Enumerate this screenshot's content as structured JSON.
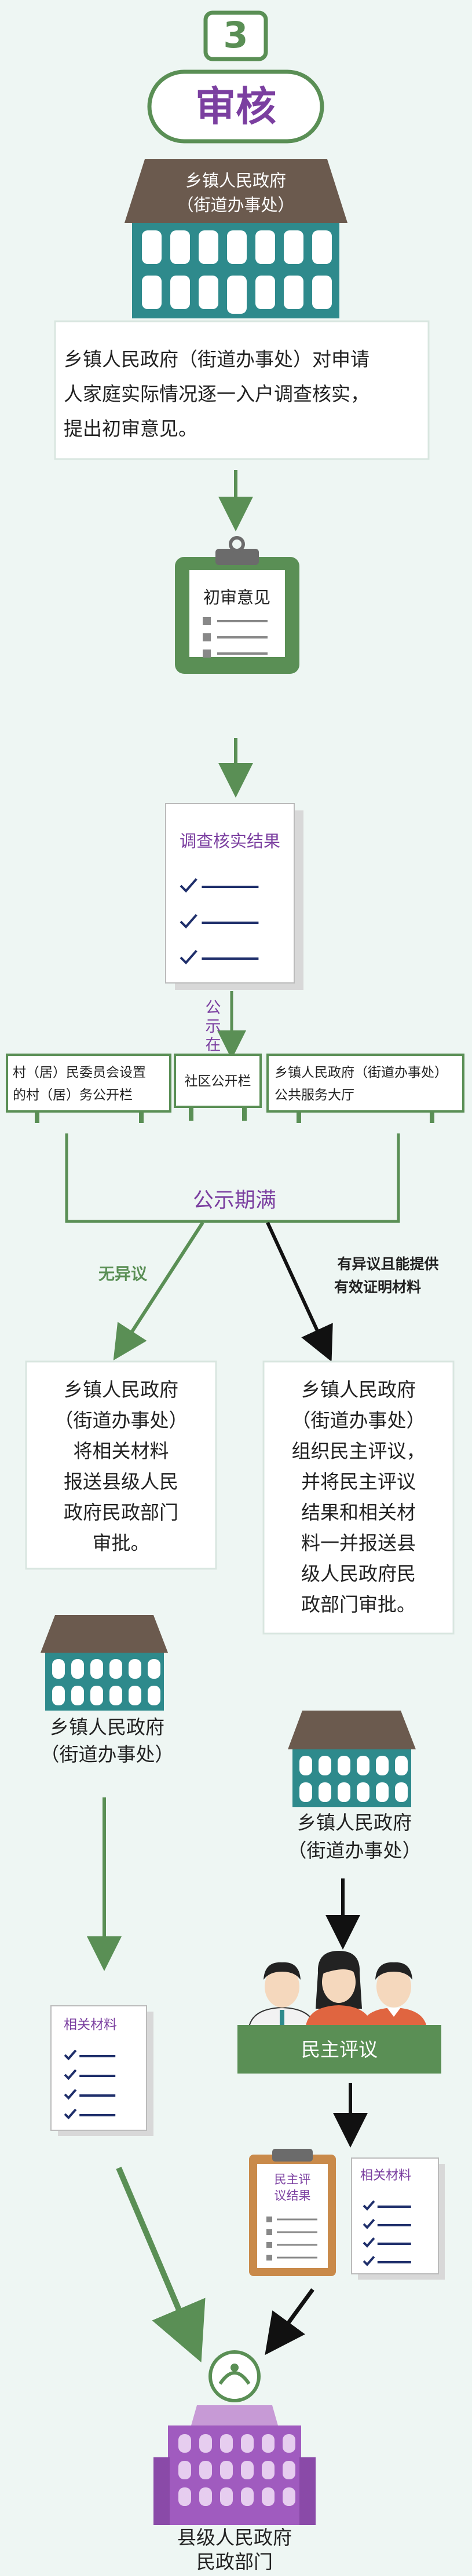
{
  "step_number": "3",
  "title": "审核",
  "township_office": {
    "name": "乡镇人民政府",
    "sub": "（街道办事处）",
    "description": [
      "乡镇人民政府（街道办事处）对申请",
      "人家庭实际情况逐一入户调查核实，",
      "提出初审意见。"
    ]
  },
  "clipboard_label": "初审意见",
  "verify_result_label": "调查核实结果",
  "publicize_label": [
    "公",
    "示",
    "在"
  ],
  "board_places": [
    [
      "村（居）民委员会设置",
      "的村（居）务公开栏"
    ],
    [
      "社区公开栏"
    ],
    [
      "乡镇人民政府（街道办事处）",
      "公共服务大厅"
    ]
  ],
  "publicity_expired": "公示期满",
  "branch_left": {
    "label": "无异议",
    "box": [
      "乡镇人民政府",
      "（街道办事处）",
      "将相关材料",
      "报送县级人民",
      "政府民政部门",
      "审批。"
    ]
  },
  "branch_right": {
    "label": [
      "有异议且能提供",
      "有效证明材料"
    ],
    "box": [
      "乡镇人民政府",
      "（街道办事处）",
      "组织民主评议，",
      "并将民主评议",
      "结果和相关材",
      "料一并报送县",
      "级人民政府民",
      "政部门审批。"
    ]
  },
  "left_building_label": [
    "乡镇人民政府",
    "（街道办事处）"
  ],
  "right_building_label": [
    "乡镇人民政府",
    "（街道办事处）"
  ],
  "democratic_review": "民主评议",
  "related_materials": "相关材料",
  "review_result_label": [
    "民主评",
    "议结果"
  ],
  "county_label": [
    "县级人民政府",
    "民政部门"
  ],
  "colors": {
    "green": "#5a8f55",
    "purple": "#7b3fa0",
    "teal": "#2e8a8c",
    "brown": "#6b5a4e",
    "navy": "#1f2f6b"
  }
}
